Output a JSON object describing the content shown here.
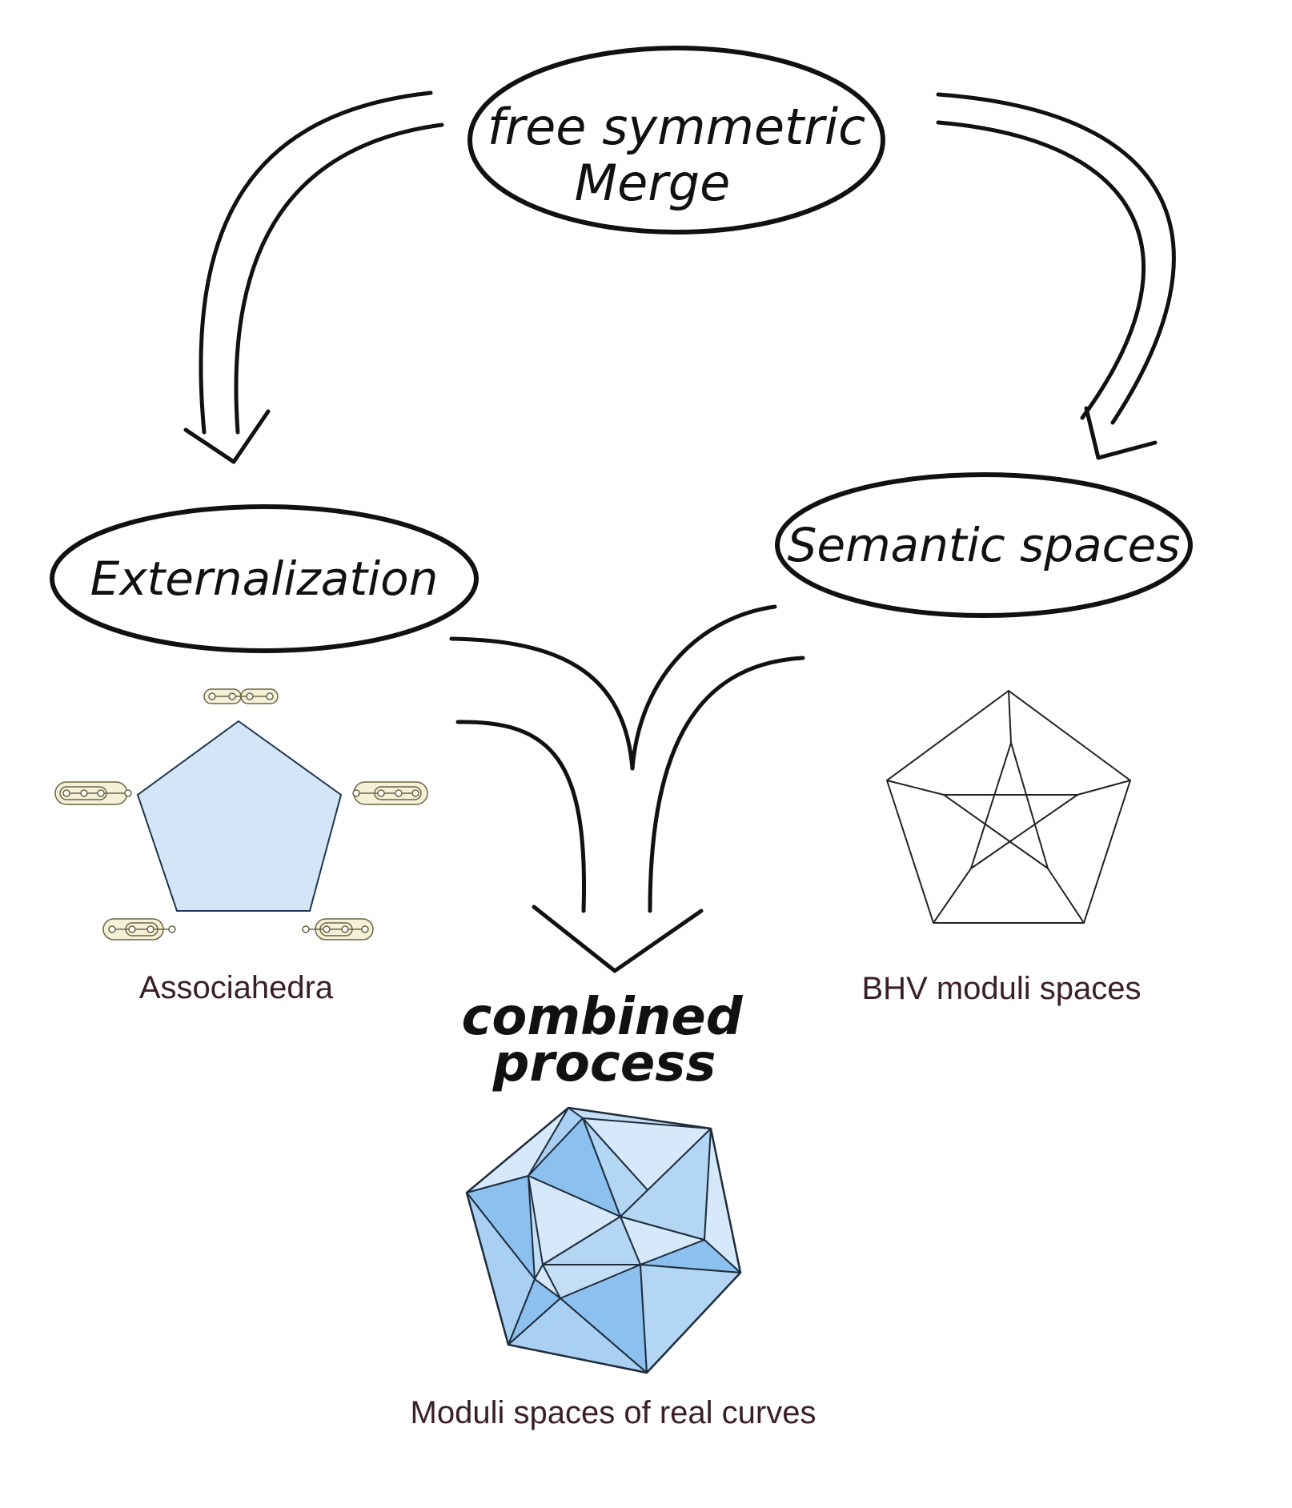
{
  "nodes": {
    "top": {
      "line1": "free symmetric",
      "line2": "Merge"
    },
    "left": {
      "label": "Externalization"
    },
    "right": {
      "label": "Semantic spaces"
    },
    "center": {
      "line1": "combined",
      "line2": "process"
    }
  },
  "captions": {
    "associahedra": "Associahedra",
    "bhv": "BHV moduli spaces",
    "moduli_real": "Moduli spaces of real curves"
  },
  "colors": {
    "ink": "#111111",
    "caption": "#3a1f2a",
    "pentagon_fill": "#d3e6f8",
    "pentagon_stroke": "#1d3550",
    "token_fill": "#f5f0d8",
    "token_stroke": "#6b6444",
    "poly_light": "#d6e9fa",
    "poly_mid": "#b3d6f4",
    "poly_dark": "#8cc0ee"
  }
}
